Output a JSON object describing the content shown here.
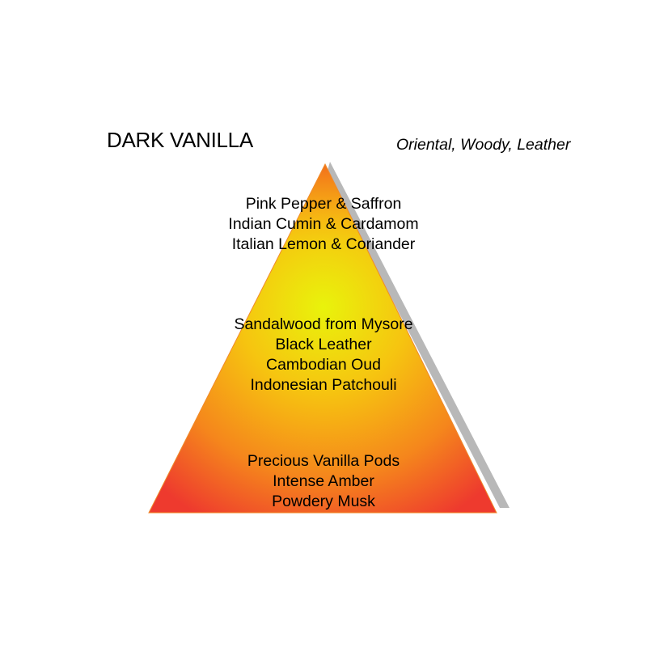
{
  "title": "DARK VANILLA",
  "subtitle": "Oriental, Woody, Leather",
  "pyramid": {
    "colors": {
      "apex": "#f26a1b",
      "middle": "#e6f10a",
      "base_edges": "#ee3a2e",
      "shadow": "#b5b5b5"
    },
    "top_notes": [
      "Pink Pepper & Saffron",
      "Indian Cumin & Cardamom",
      "Italian Lemon & Coriander"
    ],
    "heart_notes": [
      "Sandalwood from Mysore",
      "Black Leather",
      "Cambodian Oud",
      "Indonesian Patchouli"
    ],
    "base_notes": [
      "Precious Vanilla Pods",
      "Intense Amber",
      "Powdery Musk"
    ]
  }
}
